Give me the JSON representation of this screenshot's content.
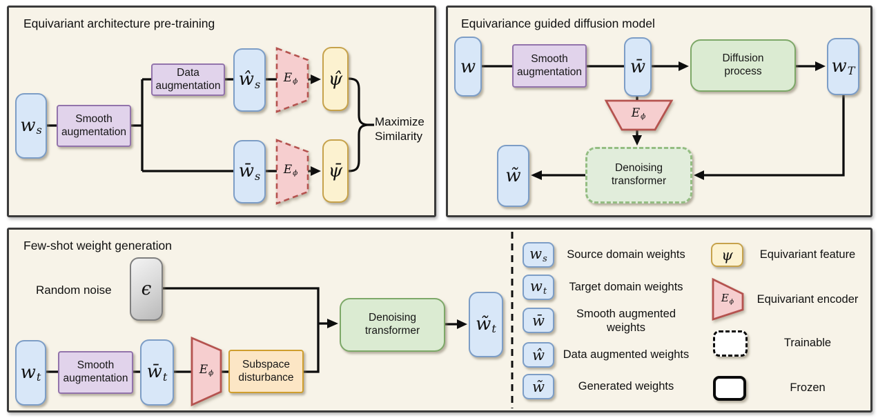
{
  "colors": {
    "panel_fill": "#f7f3e8",
    "panel_border": "#3b3b3b",
    "blue_fill": "#d8e7f8",
    "blue_border": "#7c9dc6",
    "purple_fill": "#e1d3eb",
    "purple_border": "#9273ab",
    "yellow_fill": "#fcf2d0",
    "yellow_border": "#c6a24b",
    "green_fill": "#dbebd2",
    "green_border": "#7da868",
    "green_dashed_fill": "#e1eddb",
    "green_dashed_border": "#94bd82",
    "orange_fill": "#fce6c5",
    "orange_border": "#cf9e2d",
    "red_fill": "#f6cecf",
    "red_border": "#b5534f",
    "gray_fill": "#d9d9d9",
    "gray_border": "#7f7f7f",
    "wire": "#0d0d0d"
  },
  "pretrain": {
    "title": "Equivariant architecture pre-training",
    "ws": {
      "base": "w",
      "sub": "s"
    },
    "smooth": {
      "line1": "Smooth",
      "line2": "augmentation"
    },
    "data_aug": {
      "line1": "Data",
      "line2": "augmentation"
    },
    "ws_hat": {
      "base": "ŵ",
      "sub": "s"
    },
    "ws_bar": {
      "base": "w̄",
      "sub": "s"
    },
    "encoder": {
      "base": "E",
      "sub": "ϕ"
    },
    "psi_hat": {
      "base": "ψ̂"
    },
    "psi_bar": {
      "base": "ψ̄"
    },
    "objective": {
      "line1": "Maximize",
      "line2": "Similarity"
    }
  },
  "diffusion": {
    "title": "Equivariance guided diffusion model",
    "w": {
      "base": "w"
    },
    "smooth": {
      "line1": "Smooth",
      "line2": "augmentation"
    },
    "w_bar": {
      "base": "w̄"
    },
    "process": {
      "line1": "Diffusion",
      "line2": "process"
    },
    "w_T": {
      "base": "w",
      "sub": "T"
    },
    "encoder": {
      "base": "E",
      "sub": "ϕ"
    },
    "denoiser": {
      "line1": "Denoising",
      "line2": "transformer"
    },
    "w_tilde": {
      "base": "w̃"
    }
  },
  "fewshot": {
    "title": "Few-shot weight generation",
    "noise_label": "Random noise",
    "epsilon": {
      "base": "ϵ"
    },
    "wt": {
      "base": "w",
      "sub": "t"
    },
    "smooth": {
      "line1": "Smooth",
      "line2": "augmentation"
    },
    "wt_bar": {
      "base": "w̄",
      "sub": "t"
    },
    "encoder": {
      "base": "E",
      "sub": "ϕ"
    },
    "subspace": {
      "line1": "Subspace",
      "line2": "disturbance"
    },
    "denoiser": {
      "line1": "Denoising",
      "line2": "transformer"
    },
    "wt_tilde": {
      "base": "w̃",
      "sub": "t"
    }
  },
  "legend": {
    "left": [
      {
        "symbol": {
          "base": "w",
          "sub": "s"
        },
        "label": "Source domain weights"
      },
      {
        "symbol": {
          "base": "w",
          "sub": "t"
        },
        "label": "Target domain weights"
      },
      {
        "symbol": {
          "base": "w̄"
        },
        "label": "Smooth augmented weights"
      },
      {
        "symbol": {
          "base": "ŵ"
        },
        "label": "Data augmented weights"
      },
      {
        "symbol": {
          "base": "w̃"
        },
        "label": "Generated weights"
      }
    ],
    "right": [
      {
        "symbol": {
          "base": "ψ"
        },
        "label": "Equivariant feature"
      },
      {
        "symbol": {
          "base": "E",
          "sub": "ϕ"
        },
        "label": "Equivariant encoder"
      },
      {
        "label": "Trainable"
      },
      {
        "label": "Frozen"
      }
    ]
  }
}
